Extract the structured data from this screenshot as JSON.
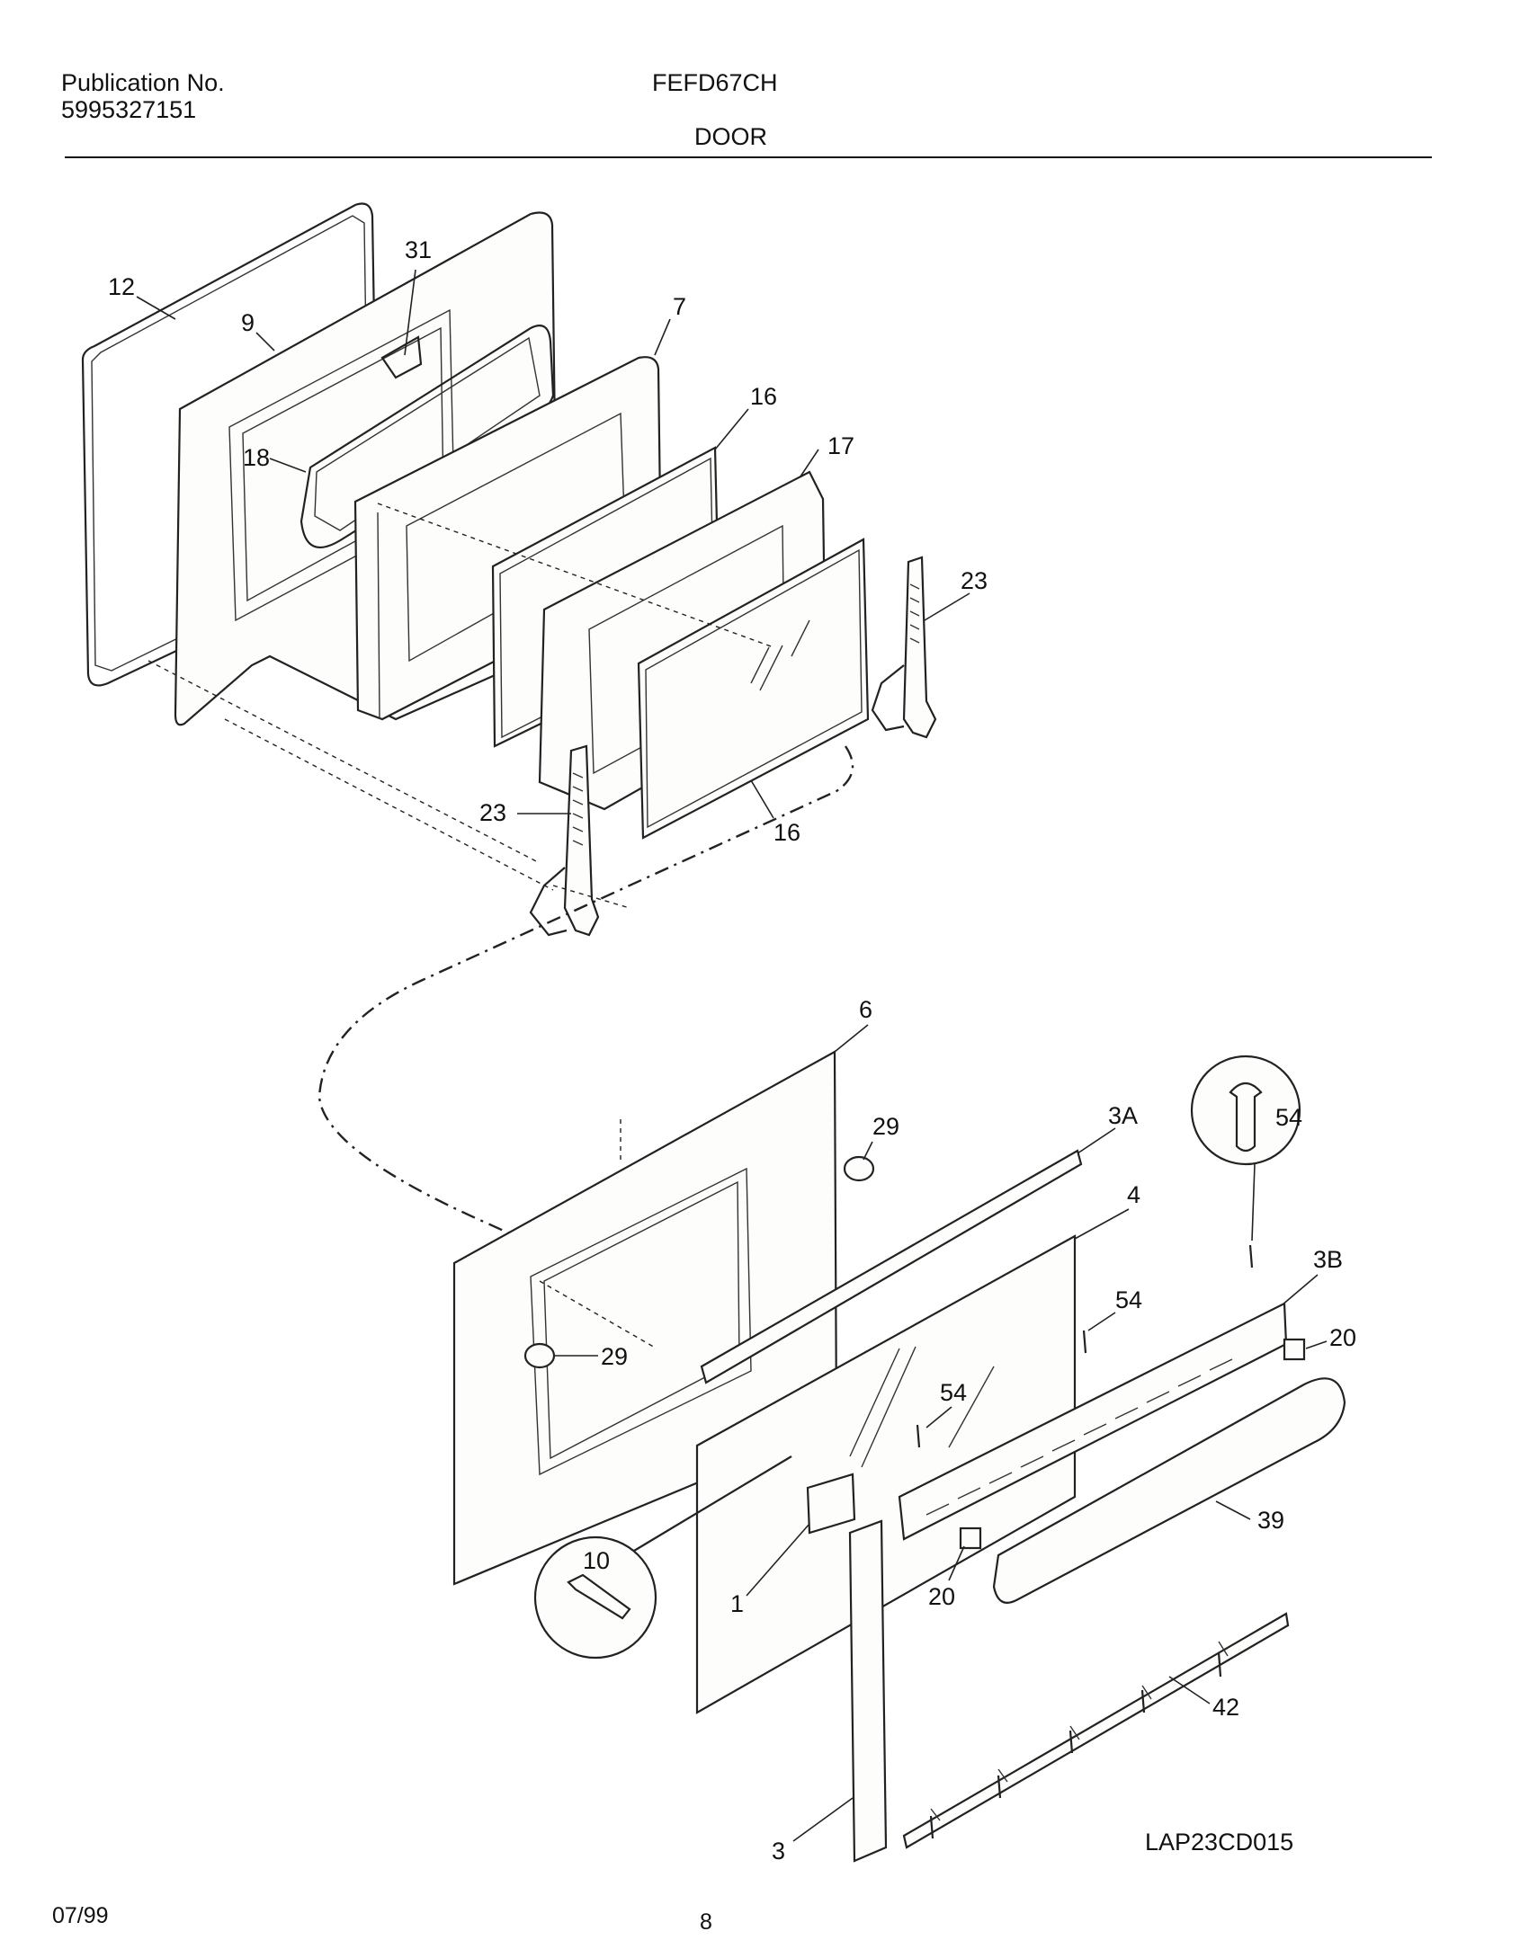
{
  "header": {
    "publication_label": "Publication No.",
    "publication_number": "5995327151",
    "model": "FEFD67CH",
    "section": "DOOR"
  },
  "diagram": {
    "reference": "LAP23CD015",
    "callouts": {
      "c12": "12",
      "c9": "9",
      "c31": "31",
      "c7": "7",
      "c16a": "16",
      "c17": "17",
      "c18": "18",
      "c23a": "23",
      "c23b": "23",
      "c16b": "16",
      "c6": "6",
      "c29a": "29",
      "c3A": "3A",
      "c4": "4",
      "c54a": "54",
      "c3B": "3B",
      "c54b": "54",
      "c20a": "20",
      "c29b": "29",
      "c54c": "54",
      "c10": "10",
      "c39": "39",
      "c1": "1",
      "c20b": "20",
      "c42": "42",
      "c3": "3"
    }
  },
  "footer": {
    "date": "07/99",
    "page": "8"
  }
}
